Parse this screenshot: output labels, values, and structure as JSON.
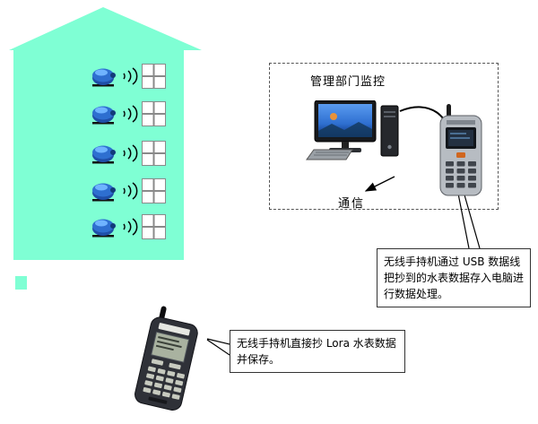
{
  "monitor_panel": {
    "label": "管理部门监控"
  },
  "communication": {
    "label": "通信"
  },
  "notes": {
    "usb": "无线手持机通过 USB 数据线把抄到的水表数据存入电脑进行数据处理。",
    "lora": "无线手持机直接抄 Lora 水表数据并保存。"
  },
  "building": {
    "floors": 5
  },
  "colors": {
    "building_green": "#7FFFD4",
    "screen_blue": "#2e6fd0",
    "meter_blue": "#2e6fd0",
    "line_black": "#000000"
  }
}
